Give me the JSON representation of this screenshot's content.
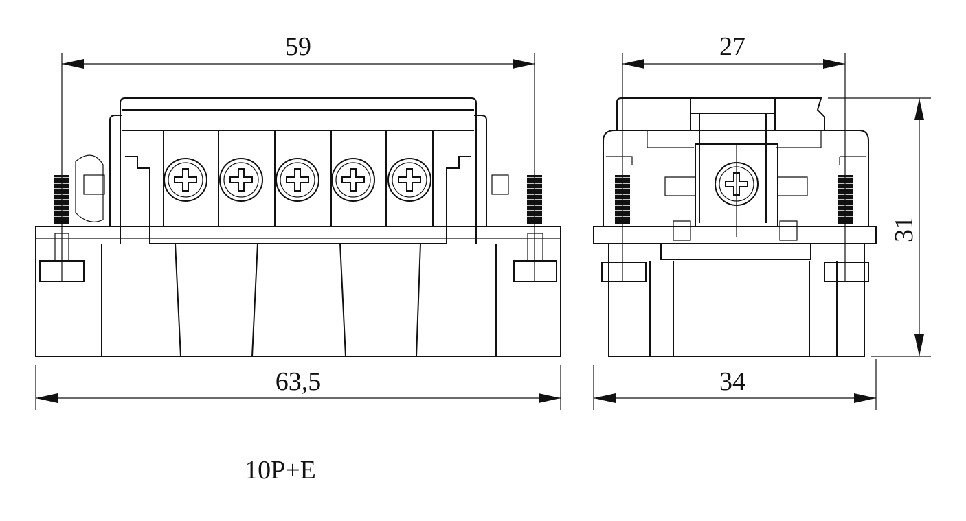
{
  "drawing": {
    "front_view": {
      "width_top_label": "59",
      "width_bottom_label": "63,5",
      "screw_count": 5
    },
    "side_view": {
      "width_top_label": "27",
      "width_bottom_label": "34",
      "height_label": "31"
    },
    "caption": "10P+E"
  }
}
